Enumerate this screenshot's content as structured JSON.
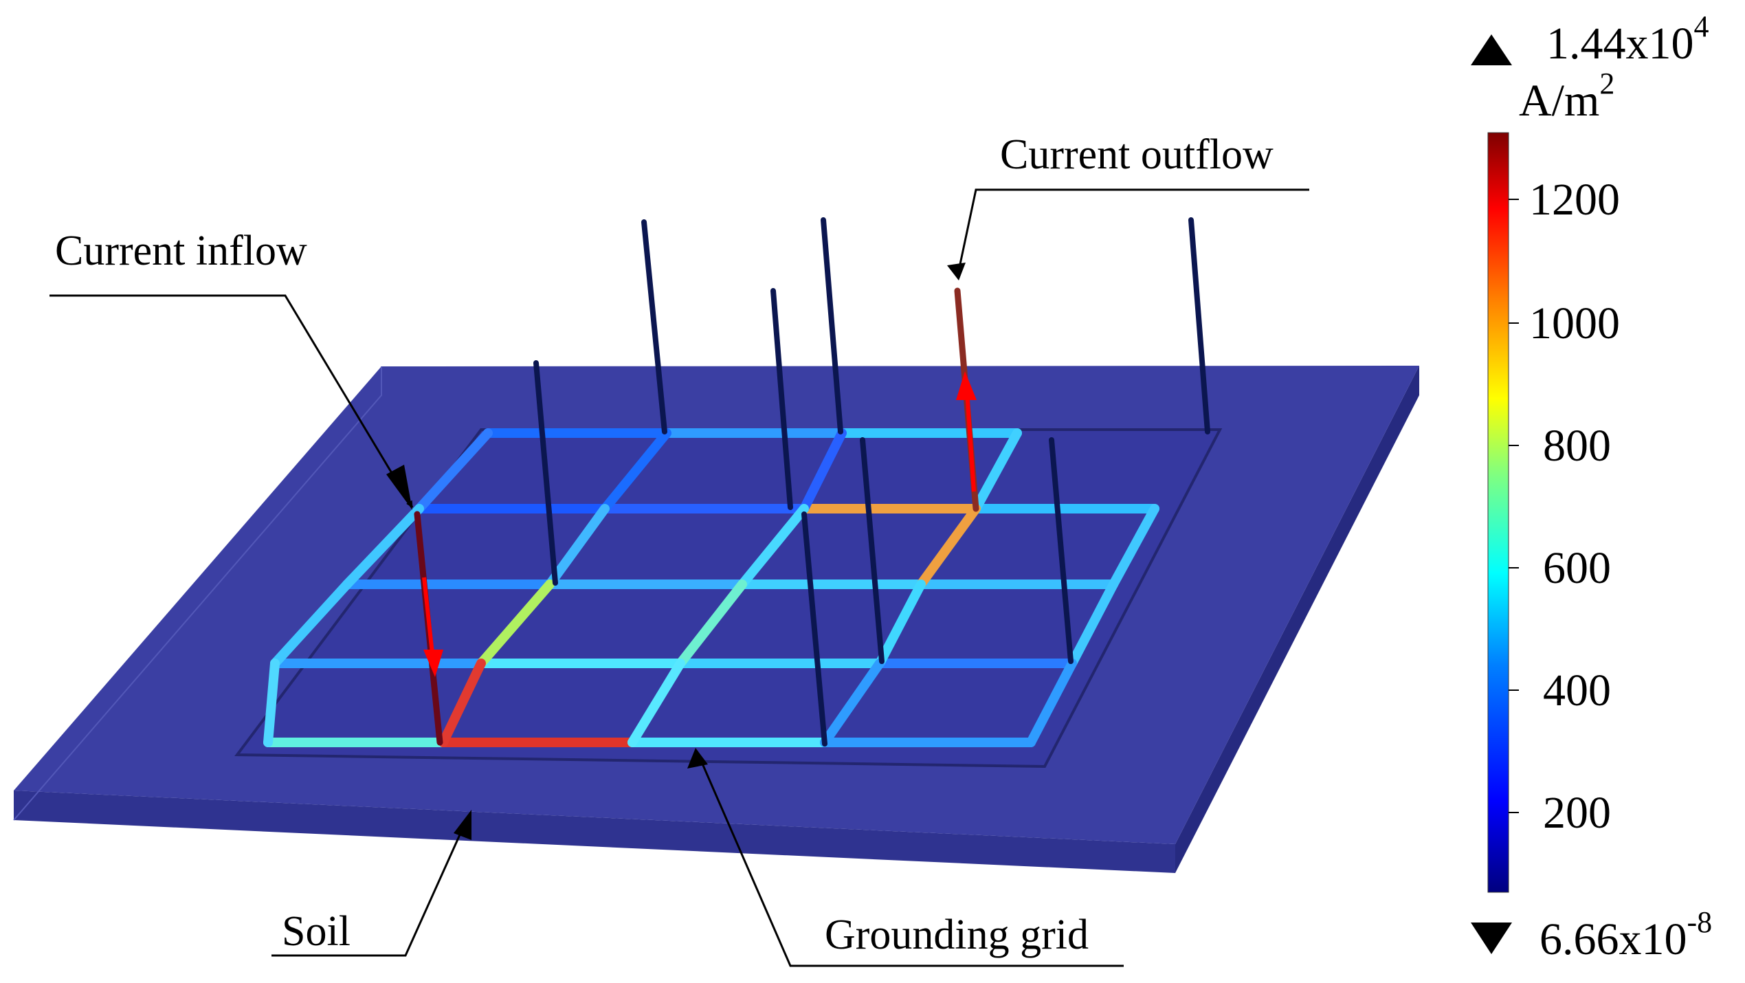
{
  "labels": {
    "current_inflow": "Current inflow",
    "current_outflow": "Current outflow",
    "soil": "Soil",
    "grounding_grid": "Grounding grid"
  },
  "colorbar": {
    "max_value": "1.44x10",
    "max_exp": "4",
    "unit": "A/m",
    "unit_exp": "2",
    "min_value": "6.66x10",
    "min_exp": "-8",
    "ticks": [
      "1200",
      "1000",
      "800",
      "600",
      "400",
      "200"
    ],
    "colors": [
      "#00007f",
      "#0000ff",
      "#0080ff",
      "#00ffff",
      "#80ff80",
      "#ffff00",
      "#ff8000",
      "#ff0000",
      "#7f0000"
    ]
  },
  "colors": {
    "soil_top": "#3b3fa3",
    "soil_side": "#2f3390",
    "rod": "#0b1650",
    "arrow": "#ff0000"
  }
}
